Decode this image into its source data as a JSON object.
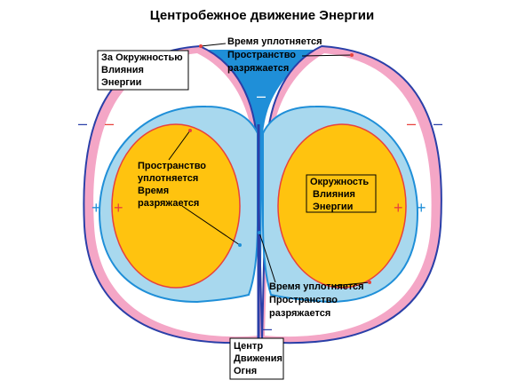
{
  "title": "Центробежное движение Энергии",
  "labels": {
    "top_center": [
      "Время уплотняется",
      "Пространство",
      "разряжается"
    ],
    "outer_zone": [
      "За Окружностью",
      "Влияния",
      "Энергии"
    ],
    "left_inner": [
      "Пространство",
      "уплотняется",
      "Время",
      "разряжается"
    ],
    "right_inner": [
      "Окружность",
      "Влияния",
      "Энергии"
    ],
    "bottom_right": [
      "Время уплотняется",
      "Пространство",
      "разряжается"
    ],
    "center": [
      "Центр",
      "Движения",
      "Огня"
    ]
  },
  "signs": {
    "top_minus": "–",
    "left_outer_minus": "–",
    "left_inner_minus": "–",
    "right_inner_minus": "–",
    "right_outer_minus": "–",
    "left_outer_plus": "+",
    "left_inner_plus": "+",
    "right_inner_plus": "+",
    "right_outer_plus": "+",
    "bottom_minus": "–"
  },
  "colors": {
    "blue_fill": "#1f8fd8",
    "light_blue": "#a8d8ee",
    "orange": "#ffc30f",
    "pink": "#f4a6c6",
    "dark_blue": "#2a3fa8",
    "red_line": "#e8413c",
    "plus_blue": "#1f8fd8",
    "plus_red": "#e8413c"
  }
}
